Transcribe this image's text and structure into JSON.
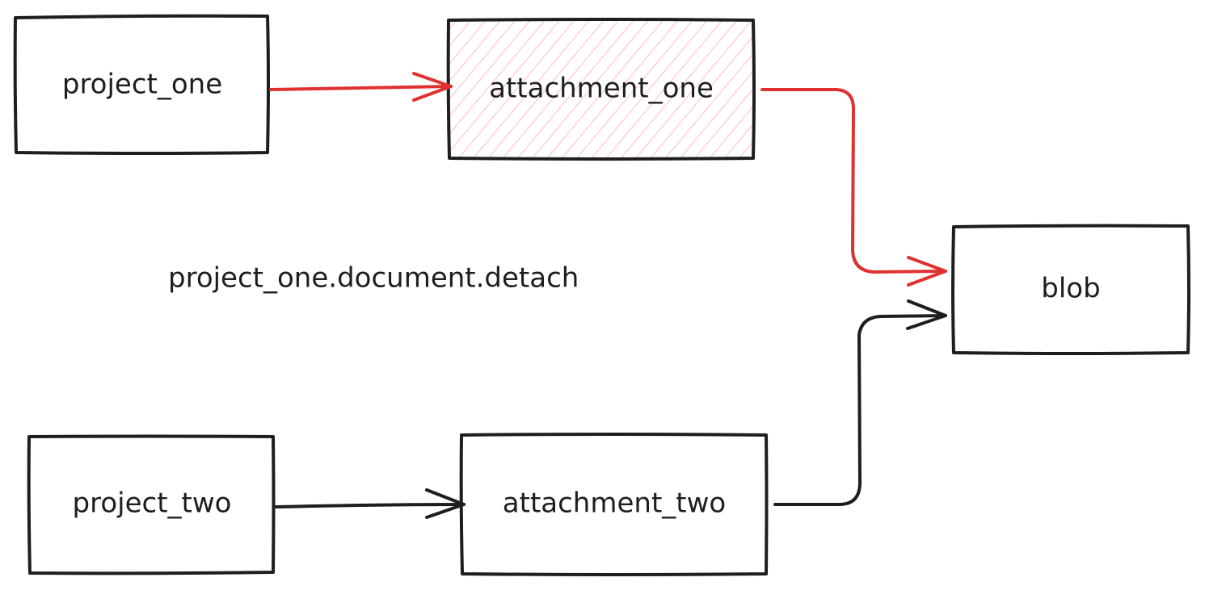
{
  "diagram": {
    "colors": {
      "stroke": "#1e1e1e",
      "highlight": "#e03131",
      "hatch": "#ffc9c9",
      "background": "#ffffff"
    },
    "nodes": {
      "project_one": {
        "label": "project_one"
      },
      "attachment_one": {
        "label": "attachment_one",
        "fill": "hatched",
        "highlighted": true
      },
      "blob": {
        "label": "blob"
      },
      "project_two": {
        "label": "project_two"
      },
      "attachment_two": {
        "label": "attachment_two"
      }
    },
    "annotation": {
      "text": "project_one.document.detach"
    },
    "edges": [
      {
        "from": "project_one",
        "to": "attachment_one",
        "color": "highlight"
      },
      {
        "from": "attachment_one",
        "to": "blob",
        "color": "highlight"
      },
      {
        "from": "project_two",
        "to": "attachment_two",
        "color": "stroke"
      },
      {
        "from": "attachment_two",
        "to": "blob",
        "color": "stroke"
      }
    ]
  }
}
